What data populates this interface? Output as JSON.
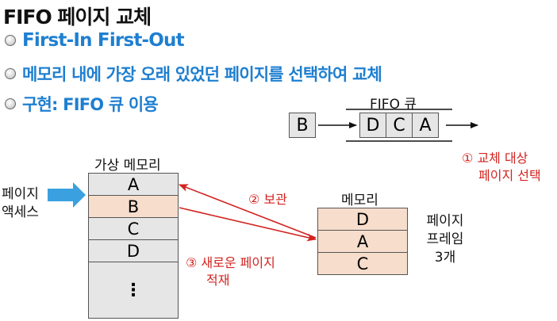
{
  "title": "FIFO 페이지 교체",
  "bullets": [
    "First-In First-Out",
    "메모리 내에 가장 오래 있었던 페이지를 선택하여 교체",
    "구현: FIFO 큐 이용"
  ],
  "queue": {
    "label": "FIFO 큐",
    "incoming": "B",
    "items": [
      "D",
      "C",
      "A"
    ]
  },
  "step1": {
    "num": "①",
    "line1": "교체 대상",
    "line2": "페이지 선택"
  },
  "step2": {
    "num": "②",
    "text": "보관"
  },
  "step3": {
    "num": "③",
    "line1": "새로운 페이지",
    "line2": "적재"
  },
  "access": {
    "line1": "페이지",
    "line2": "액세스"
  },
  "virtual_memory": {
    "label": "가상 메모리",
    "cells": [
      "A",
      "B",
      "C",
      "D",
      "⋮"
    ]
  },
  "memory": {
    "label": "메모리",
    "cells": [
      "D",
      "A",
      "C"
    ],
    "side_line1": "페이지",
    "side_line2": "프레임",
    "side_line3": "3개"
  },
  "colors": {
    "accent_blue": "#1e7fd0",
    "annotation_red": "#d2231f",
    "highlight": "#f7ddcc",
    "cell_gray": "#e6e6e6"
  }
}
